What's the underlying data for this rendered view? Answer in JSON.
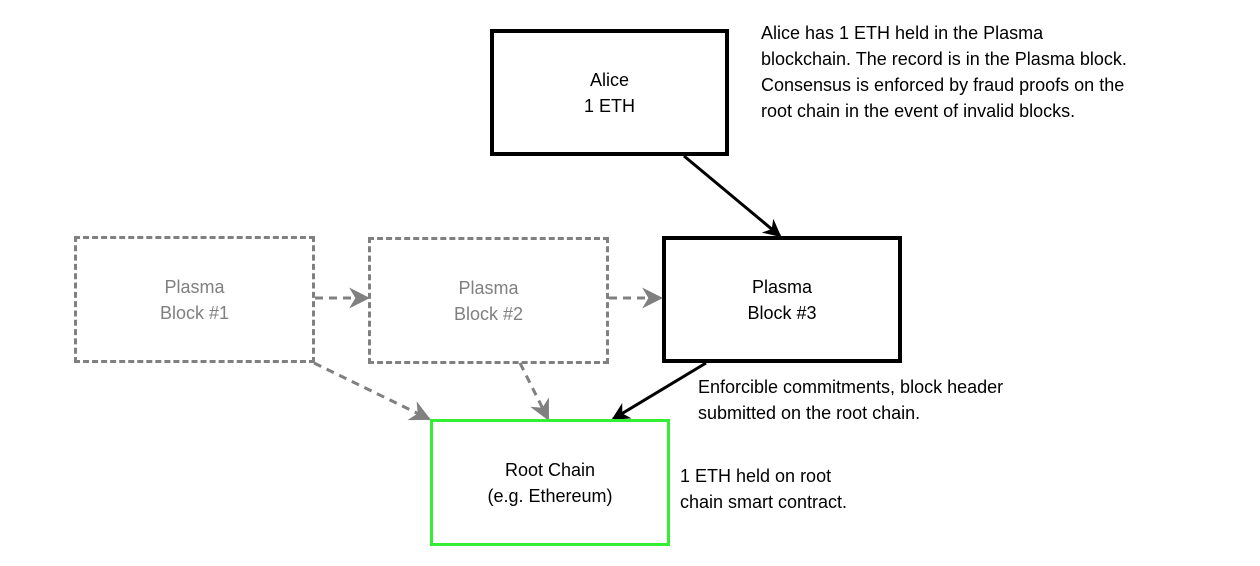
{
  "nodes": {
    "alice": {
      "line1": "Alice",
      "line2": "1 ETH"
    },
    "block1": {
      "line1": "Plasma",
      "line2": "Block #1"
    },
    "block2": {
      "line1": "Plasma",
      "line2": "Block #2"
    },
    "block3": {
      "line1": "Plasma",
      "line2": "Block #3"
    },
    "root": {
      "line1": "Root Chain",
      "line2": "(e.g. Ethereum)"
    }
  },
  "notes": {
    "alice_note": [
      "Alice has 1 ETH held in the Plasma",
      "blockchain. The record is in the Plasma block.",
      "Consensus is enforced by fraud proofs on the",
      "root chain in the event of invalid blocks."
    ],
    "commit_note": [
      "Enforcible commitments, block header",
      "submitted on the root chain."
    ],
    "root_note": [
      "1 ETH held on root",
      "chain smart contract."
    ]
  },
  "edges": [
    {
      "from": "alice",
      "to": "block3",
      "style": "solid"
    },
    {
      "from": "block1",
      "to": "block2",
      "style": "dashed"
    },
    {
      "from": "block2",
      "to": "block3",
      "style": "dashed"
    },
    {
      "from": "block1",
      "to": "root",
      "style": "dashed"
    },
    {
      "from": "block2",
      "to": "root",
      "style": "dashed"
    },
    {
      "from": "block3",
      "to": "root",
      "style": "solid"
    }
  ],
  "colors": {
    "solid": "#000000",
    "dashed": "#808080",
    "root_border": "#33ee33"
  }
}
